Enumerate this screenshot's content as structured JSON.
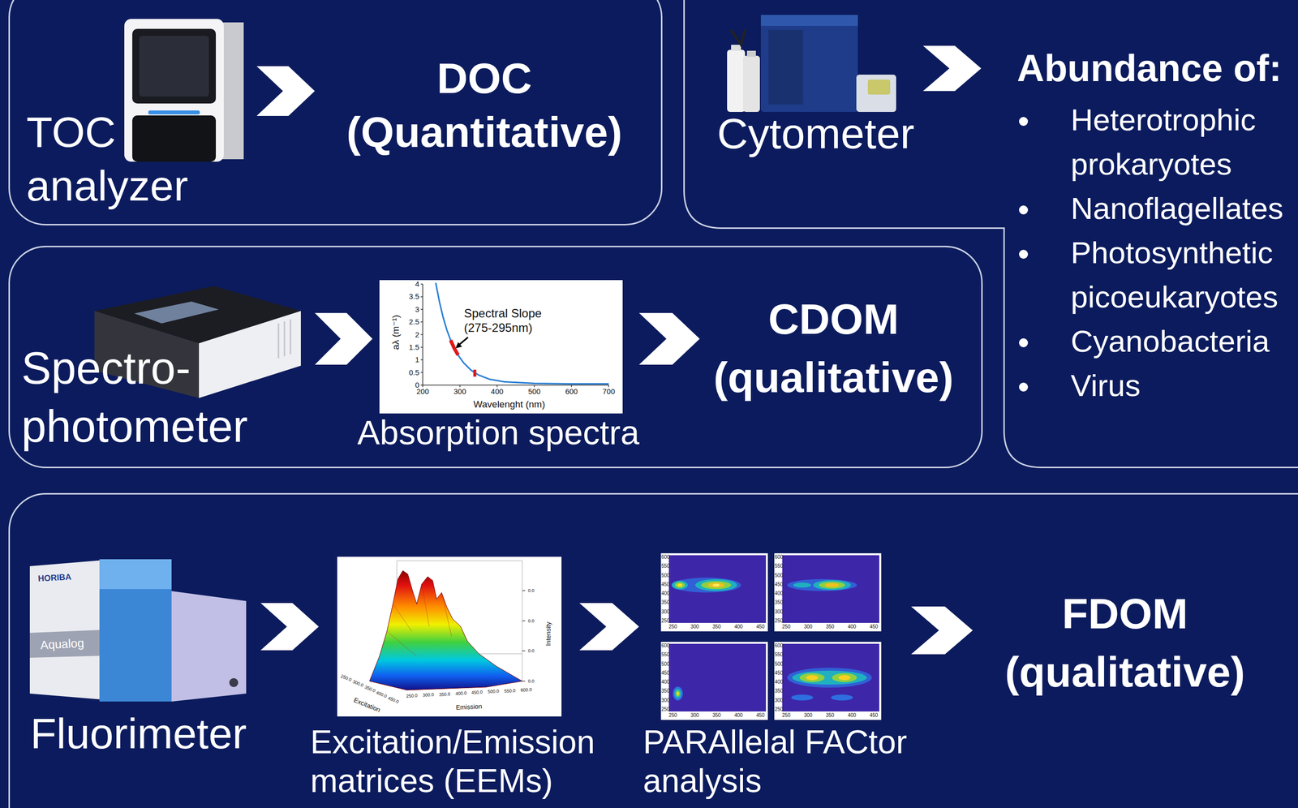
{
  "diagram": {
    "nodes": [
      {
        "text": [
          "TOC analyzer",
          "DOC (Quantitative)"
        ]
      },
      {
        "text": [
          "Cytometer",
          "Abundance of:",
          "Heterotrophic prokaryotes",
          "Nanoflagellates",
          "Photosynthetic picoeukaryotes",
          "Cyanobacteria",
          "Virus"
        ]
      },
      {
        "text": [
          "Spectro- photometer",
          "Absorption spectra",
          "CDOM (qualitative)"
        ]
      },
      {
        "text": [
          "Fluorimeter",
          "Excitation/Emission matrices (EEMs)",
          "PARAllelal FACtor analysis",
          "FDOM (qualitative)"
        ]
      }
    ],
    "labels": [
      "Spectral Slope (275-295nm)",
      "Wavelenght (nm)",
      "aλ (m⁻¹)",
      "4",
      "3.5",
      "3",
      "2.5",
      "2",
      "1.5",
      "1",
      "0.5",
      "0",
      "200",
      "300",
      "400",
      "500",
      "600",
      "700",
      "Intensity",
      "Excitation",
      "Emission",
      "0.0",
      "0.0",
      "0.0",
      "0.0",
      "250.0",
      "300.0",
      "350.0",
      "400.0",
      "450.0",
      "500.0",
      "550.0",
      "600.0",
      "250.0",
      "300.0",
      "350.0",
      "400.0",
      "450.0",
      "HORIBA",
      "Aqualog",
      "600",
      "550",
      "500",
      "450",
      "400",
      "350",
      "300",
      "250",
      "250",
      "300",
      "350",
      "400",
      "450",
      "600",
      "550",
      "500",
      "450",
      "400",
      "350",
      "300",
      "250",
      "250",
      "300",
      "350",
      "400",
      "450",
      "600",
      "550",
      "500",
      "450",
      "400",
      "350",
      "300",
      "250",
      "250",
      "300",
      "350",
      "400",
      "450",
      "600",
      "550",
      "500",
      "450",
      "400",
      "350",
      "300",
      "250",
      "250",
      "300",
      "350",
      "400",
      "450"
    ]
  }
}
